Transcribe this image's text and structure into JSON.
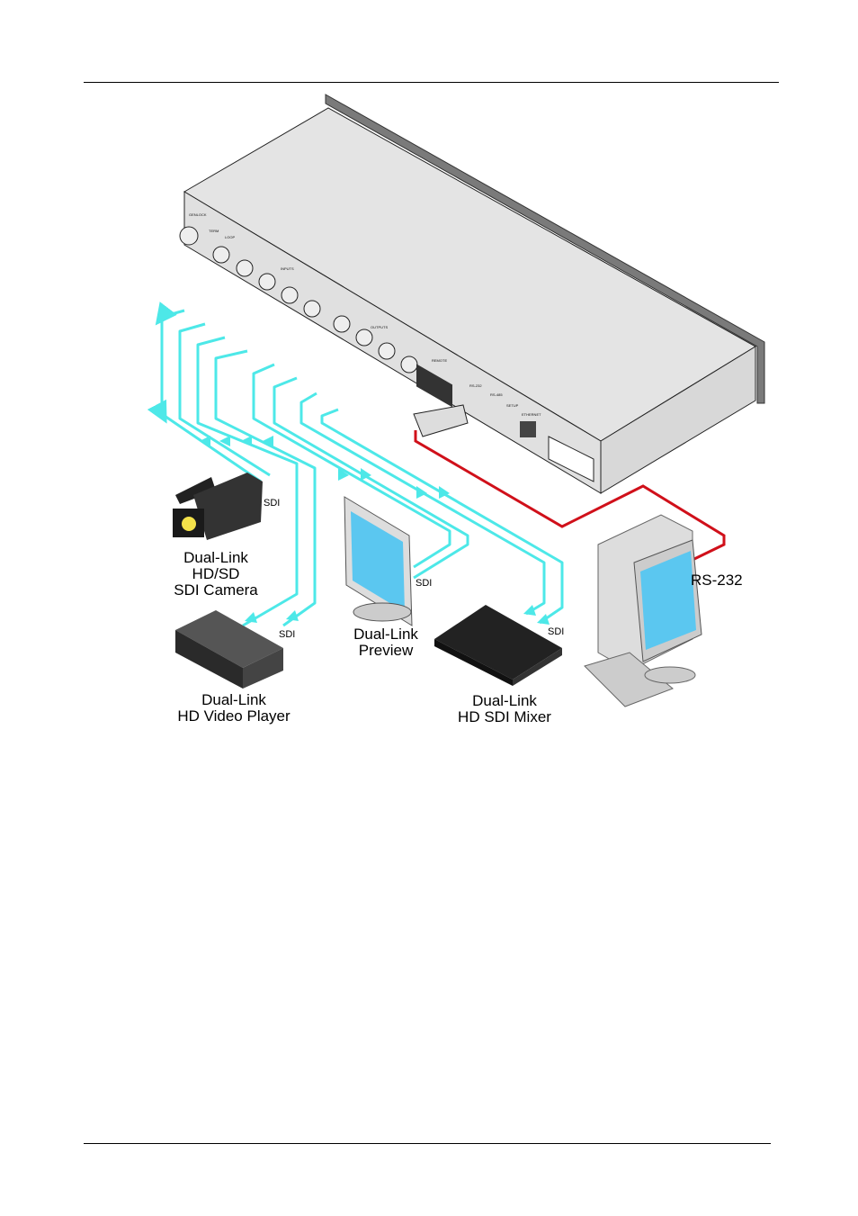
{
  "device_panel": {
    "genlock": "GENLOCK",
    "term": "TERM",
    "loop": "LOOP",
    "inputs": "INPUTS",
    "outputs": "OUTPUTS",
    "remote": "REMOTE",
    "rs232": "RS-232",
    "rs485": "RS-485",
    "setup": "SETUP",
    "ethernet": "ETHERNET"
  },
  "labels": {
    "camera": "Dual-Link\nHD/SD\nSDI Camera",
    "player": "Dual-Link\nHD Video Player",
    "preview": "Dual-Link\nPreview",
    "mixer": "Dual-Link\nHD SDI Mixer",
    "rs232": "RS-232",
    "sdi_camera": "SDI",
    "sdi_player": "SDI",
    "sdi_preview": "SDI",
    "sdi_mixer": "SDI"
  },
  "colors": {
    "sdi_cable": "#4de8e8",
    "rs232_cable": "#d0101a"
  }
}
